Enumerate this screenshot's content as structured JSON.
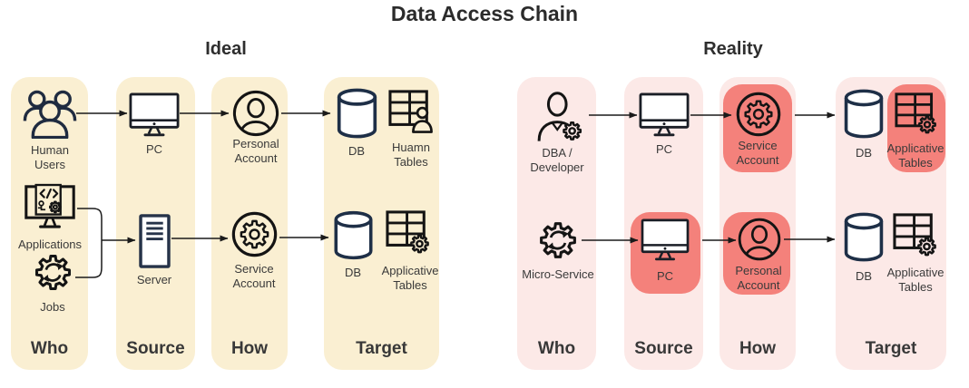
{
  "title": "Data Access Chain",
  "colors": {
    "ideal_column_bg": "#FAEFD2",
    "reality_column_bg": "#FCE9E7",
    "highlight_bg": "#F4817B",
    "icon_navy": "#1F2B40",
    "icon_black": "#141414",
    "label_text": "#3A3A3A"
  },
  "ideal": {
    "label": "Ideal",
    "columns": {
      "who": "Who",
      "source": "Source",
      "how": "How",
      "target": "Target"
    },
    "nodes": {
      "human_users": "Human Users",
      "applications": "Applications",
      "jobs": "Jobs",
      "pc": "PC",
      "server": "Server",
      "personal_account": "Personal Account",
      "service_account": "Service Account",
      "db_top": "DB",
      "human_tables": "Huamn Tables",
      "db_bottom": "DB",
      "applicative_tables": "Applicative Tables"
    }
  },
  "reality": {
    "label": "Reality",
    "columns": {
      "who": "Who",
      "source": "Source",
      "how": "How",
      "target": "Target"
    },
    "nodes": {
      "dba_developer": "DBA / Developer",
      "micro_service": "Micro-Service",
      "pc_top": "PC",
      "pc_bottom": "PC",
      "service_account": "Service Account",
      "personal_account": "Personal Account",
      "db_top": "DB",
      "applicative_tables_top": "Applicative Tables",
      "db_bottom": "DB",
      "applicative_tables_bottom": "Applicative Tables"
    },
    "highlighted_nodes": [
      "service_account",
      "pc_bottom",
      "personal_account",
      "applicative_tables_top"
    ]
  },
  "icons": {
    "people_group": "people-group-icon",
    "application_monitor": "application-monitor-icon",
    "gear_refresh": "gear-refresh-icon",
    "monitor": "monitor-icon",
    "server": "server-icon",
    "person_circle": "person-circle-icon",
    "gear_circle": "gear-circle-icon",
    "database": "database-icon",
    "table_person": "table-person-icon",
    "table_gear": "table-gear-icon",
    "person_gear": "person-gear-icon"
  }
}
